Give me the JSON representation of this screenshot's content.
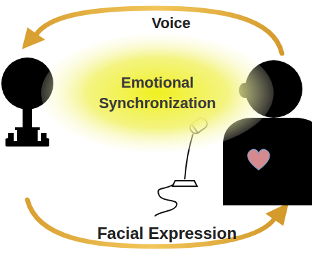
{
  "diagram": {
    "nodes": [
      {
        "text": [
          "Emotional Synchronization"
        ]
      }
    ],
    "labels": [
      "Voice",
      "Facial Expression"
    ]
  }
}
